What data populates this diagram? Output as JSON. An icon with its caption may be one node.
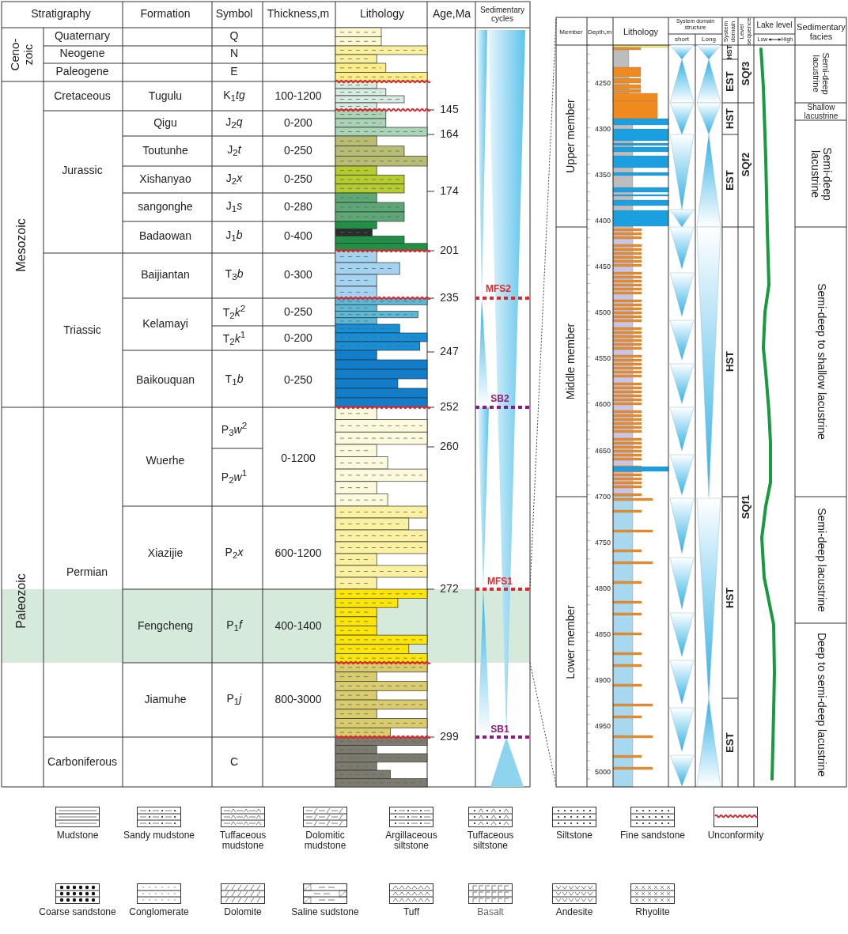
{
  "diagram": {
    "labels": [
      "Stratigraphy",
      "Formation",
      "Symbol",
      "Thickness,m",
      "Lithology",
      "Age,Ma",
      "Sedimentary cycles",
      "Ceno- zoic",
      "Quaternary",
      "Q",
      "Neogene",
      "N",
      "Paleogene",
      "E",
      "Mesozoic",
      "Cretaceous",
      "Tugulu",
      "K$_{1}$*tg*",
      "100-1200",
      "Qigu",
      "J$_{2}$*q*",
      "0-200",
      "Jurassic",
      "Toutunhe",
      "J$_{2}$*t*",
      "0-250",
      "Xishanyao",
      "J$_{2}$*x*",
      "0-250",
      "sangonghe",
      "J$_{1}$*s*",
      "0-280",
      "Badaowan",
      "J$_{1}$*b*",
      "0-400",
      "Baijiantan",
      "T$_{3}$*b*",
      "0-300",
      "Triassic",
      "Kelamayi",
      "T$_{2}$*k*$^{2}$",
      "0-250",
      "T$_{2}$*k*$^{1}$",
      "0-200",
      "Baikouquan",
      "T$_{1}$*b*",
      "0-250",
      "Wuerhe",
      "P$_{3}$*w*$^{2}$",
      "0-1200",
      "P$_{2}$*w*$^{1}$",
      "Paleozoic",
      "Xiazijie",
      "P$_{2}$*x*",
      "600-1200",
      "Permian",
      "Fengcheng",
      "P$_{1}$*f*",
      "400-1400",
      "Jiamuhe",
      "P$_{1}$*j*",
      "800-3000",
      "Carboniferous",
      "C",
      "145",
      "164",
      "174",
      "201",
      "235",
      "247",
      "252",
      "260",
      "272",
      "299",
      "MFS2",
      "SB2",
      "MFS1",
      "SB1",
      "Member",
      "Depth,m",
      "Lithology",
      "System domain structure",
      "short",
      "Long",
      "System domain",
      "Level sequence",
      "Lake level",
      "Low",
      "High",
      "Sedimentary facies",
      "Upper member",
      "Middle member",
      "Lower member",
      "4250",
      "4300",
      "4350",
      "4400",
      "4450",
      "4500",
      "4550",
      "4600",
      "4650",
      "4700",
      "4750",
      "4800",
      "4850",
      "4900",
      "4950",
      "5000",
      "HST",
      "EST",
      "HST",
      "EST",
      "HST",
      "HST",
      "EST",
      "SQf3",
      "SQf2",
      "SQf1",
      "Semi-deep lacustrine",
      "Shallow lacustrine",
      "Semi-deep lacustrine",
      "Semi-deep to shallow lacustrine",
      "Semi-deep lacustrine",
      "Deep to semi-deep lacustrine"
    ],
    "legend": [
      {
        "text": "Mudstone"
      },
      {
        "text": "Sandy mudstone"
      },
      {
        "text": "Tuffaceous mudstone"
      },
      {
        "text": "Dolomitic mudstone"
      },
      {
        "text": "Argillaceous siltstone"
      },
      {
        "text": "Tuffaceous siltstone"
      },
      {
        "text": "Siltstone"
      },
      {
        "text": "Fine sandstone"
      },
      {
        "text": "Unconformity"
      },
      {
        "text": "Coarse sandstone"
      },
      {
        "text": "Conglomerate"
      },
      {
        "text": "Dolomite"
      },
      {
        "text": "Saline sudstone"
      },
      {
        "text": "Tuff"
      },
      {
        "text": "Basalt"
      },
      {
        "text": "Andesite"
      },
      {
        "text": "Rhyolite"
      }
    ]
  }
}
